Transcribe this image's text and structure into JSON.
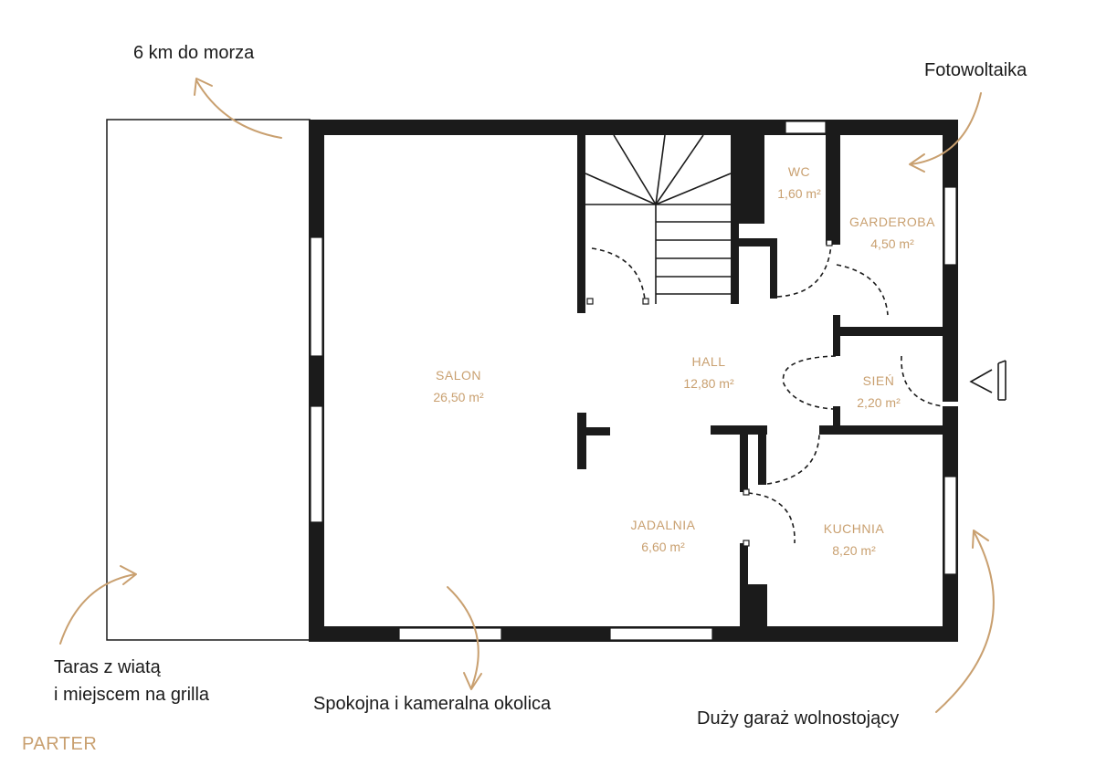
{
  "accent_color": "#c9a070",
  "wall_color": "#1b1b1b",
  "floor_label": "PARTER",
  "rooms": {
    "salon": {
      "name": "SALON",
      "area": "26,50 m²"
    },
    "hall": {
      "name": "HALL",
      "area": "12,80 m²"
    },
    "wc": {
      "name": "WC",
      "area": "1,60 m²"
    },
    "garderoba": {
      "name": "GARDEROBA",
      "area": "4,50 m²"
    },
    "sien": {
      "name": "SIEŃ",
      "area": "2,20 m²"
    },
    "jadalnia": {
      "name": "JADALNIA",
      "area": "6,60 m²"
    },
    "kuchnia": {
      "name": "KUCHNIA",
      "area": "8,20 m²"
    }
  },
  "annotations": {
    "sea": "6 km do morza",
    "solar": "Fotowoltaika",
    "terrace_1": "Taras z wiatą",
    "terrace_2": "i miejscem na grilla",
    "quiet_area": "Spokojna i kameralna okolica",
    "garage": "Duży garaż wolnostojący"
  },
  "icons": {
    "entrance": "entrance-marker-icon",
    "arrows": "curved-arrow-icon"
  }
}
